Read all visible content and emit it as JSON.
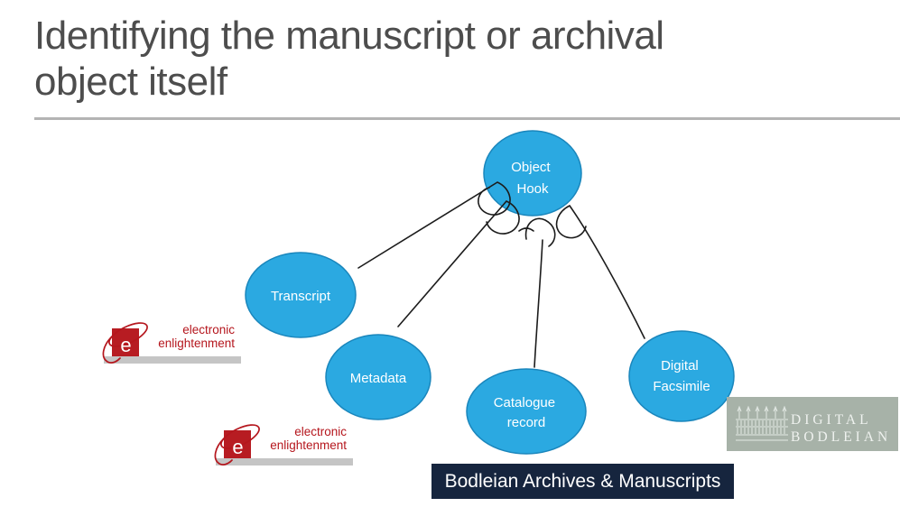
{
  "slide": {
    "title": {
      "line1": "Identifying the manuscript or archival",
      "line2": "object itself"
    },
    "colors": {
      "node_fill": "#2BA9E1",
      "node_stroke": "#1A86BC",
      "title_gray": "#4D4D4D",
      "rule_gray": "#B4B4B4",
      "connector_black": "#1C1C1C",
      "banner_navy": "#16253E",
      "logo_red": "#B5161D",
      "bodleian_sage": "#A7B2A8"
    }
  },
  "diagram": {
    "nodes": {
      "object_hook": {
        "line1": "Object",
        "line2": "Hook"
      },
      "transcript": {
        "line1": "Transcript"
      },
      "metadata": {
        "line1": "Metadata"
      },
      "catalogue_record": {
        "line1": "Catalogue",
        "line2": "record"
      },
      "digital_facsimile": {
        "line1": "Digital",
        "line2": "Facsimile"
      }
    }
  },
  "logos": {
    "electronic_enlightenment": {
      "letter": "e",
      "line1": "electronic",
      "line2": "enlightenment"
    },
    "digital_bodleian": {
      "line1": "DIGITAL",
      "line2": "BODLEIAN"
    }
  },
  "banner": {
    "text": "Bodleian Archives & Manuscripts"
  }
}
